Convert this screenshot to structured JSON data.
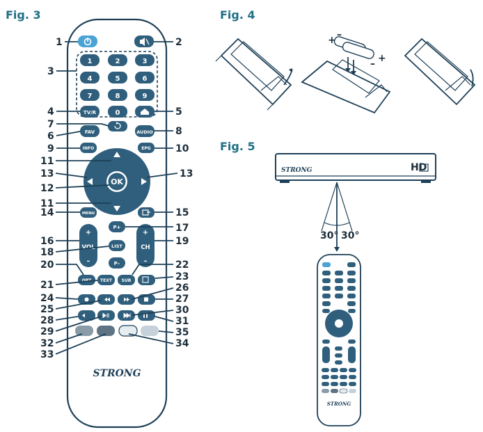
{
  "figures": {
    "fig3": "Fig. 3",
    "fig4": "Fig. 4",
    "fig5": "Fig. 5"
  },
  "remote": {
    "number_keys": [
      "1",
      "2",
      "3",
      "4",
      "5",
      "6",
      "7",
      "8",
      "9",
      "0"
    ],
    "labels": {
      "tvr": "TV/R",
      "fav": "FAV",
      "audio": "AUDIO",
      "info": "INFO",
      "epg": "EPG",
      "ok": "OK",
      "menu": "MENU",
      "p_plus": "P+",
      "p_minus": "P–",
      "vol": "VOL",
      "ch": "CH",
      "list": "LIST",
      "opt": "OPT",
      "text": "TEXT",
      "sub": "SUB",
      "plus": "+",
      "minus": "–"
    },
    "brand": "STRONG",
    "callouts": {
      "n1": "1",
      "n2": "2",
      "n3": "3",
      "n4": "4",
      "n5": "5",
      "n6": "6",
      "n7": "7",
      "n8": "8",
      "n9": "9",
      "n10": "10",
      "n11a": "11",
      "n11b": "11",
      "n12": "12",
      "n13a": "13",
      "n13b": "13",
      "n14": "14",
      "n15": "15",
      "n16": "16",
      "n17": "17",
      "n18": "18",
      "n19": "19",
      "n20": "20",
      "n21": "21",
      "n22": "22",
      "n23": "23",
      "n24": "24",
      "n25": "25",
      "n26": "26",
      "n27": "27",
      "n28": "28",
      "n29": "29",
      "n30": "30",
      "n31": "31",
      "n32": "32",
      "n33": "33",
      "n34": "34",
      "n35": "35"
    }
  },
  "battery": {
    "plus_left": "+",
    "minus_left": "–",
    "plus_right": "+",
    "minus_right": "–"
  },
  "receiver": {
    "brand": "STRONG",
    "hd_label": "HD"
  },
  "angles": {
    "left": "30°",
    "right": "30°"
  },
  "colors": {
    "remote_dark": "#1d3f57",
    "button_fill": "#2f5f7c",
    "power_blue": "#4aa3d4",
    "accent": "#1f6f86",
    "color_keys": [
      "#d9475a",
      "#4caf50",
      "#f2d43a",
      "#3d8fd1"
    ]
  }
}
